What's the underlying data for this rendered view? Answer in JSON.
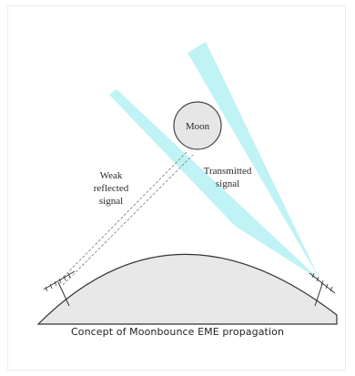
{
  "diagram": {
    "moon_label": "Moon",
    "transmitted_label_line1": "Transmitted",
    "transmitted_label_line2": "signal",
    "reflected_label_line1": "Weak",
    "reflected_label_line2": "reflected",
    "reflected_label_line3": "signal",
    "caption": "Concept of Moonbounce EME propagation"
  },
  "colors": {
    "beam": "#bff3f5",
    "moon_fill": "#e6e6e6",
    "earth_fill": "#e8e8e8",
    "outline": "#333333"
  }
}
